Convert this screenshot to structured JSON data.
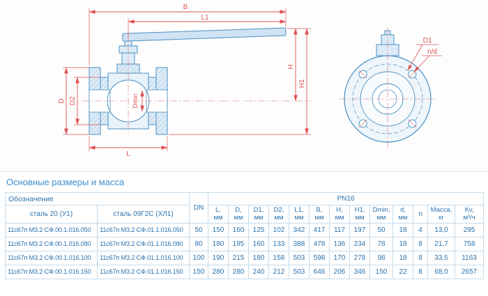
{
  "drawing": {
    "dim_labels": {
      "B": "B",
      "L1": "L1",
      "D": "D",
      "D2": "D2",
      "Dmin": "Dmin",
      "L": "L",
      "H": "H",
      "H1": "H1",
      "D1": "D1",
      "n_d": "n/d"
    },
    "colors": {
      "line": "#4a8fc0",
      "dimension": "#e05252",
      "fill": "#dcebf7"
    }
  },
  "table": {
    "title": "Основные размеры и масса",
    "headers": {
      "designation": "Обозначение",
      "steel_a": "сталь 20 (У1)",
      "steel_b": "сталь 09Г2С (ХЛ1)",
      "dn": "DN",
      "pn_group": "PN16",
      "dim_cols": [
        {
          "label": "L,",
          "unit": "мм"
        },
        {
          "label": "D,",
          "unit": "мм"
        },
        {
          "label": "D1,",
          "unit": "мм"
        },
        {
          "label": "D2,",
          "unit": "мм"
        },
        {
          "label": "L1,",
          "unit": "мм"
        },
        {
          "label": "B,",
          "unit": "мм"
        },
        {
          "label": "H,",
          "unit": "мм"
        },
        {
          "label": "H1,",
          "unit": "мм"
        },
        {
          "label": "Dmin,",
          "unit": "мм"
        },
        {
          "label": "d,",
          "unit": "мм"
        }
      ],
      "n": "n",
      "mass": {
        "label": "Масса,",
        "unit": "кг"
      },
      "kv": {
        "label": "Kv,",
        "unit": "м³/ч"
      }
    },
    "rows": [
      {
        "designation_u1": "11с67п М3.2 СФ.00.1.016.050",
        "designation_hl1": "11с67п М3.2 СФ.01.1.016.050",
        "dn": "50",
        "dims": [
          "150",
          "160",
          "125",
          "102",
          "342",
          "417",
          "117",
          "197",
          "50",
          "18"
        ],
        "n": "4",
        "mass": "13,0",
        "kv": "295"
      },
      {
        "designation_u1": "11с67п М3.2 СФ.00.1.016.080",
        "designation_hl1": "11с67п М3.2 СФ.01.1.016.080",
        "dn": "80",
        "dims": [
          "180",
          "195",
          "160",
          "133",
          "388",
          "478",
          "136",
          "234",
          "78",
          "18"
        ],
        "n": "8",
        "mass": "21,7",
        "kv": "758"
      },
      {
        "designation_u1": "11с67п М3.2 СФ.00.1.016.100",
        "designation_hl1": "11с67п М3.2 СФ.01.1.016.100",
        "dn": "100",
        "dims": [
          "190",
          "215",
          "180",
          "158",
          "503",
          "598",
          "170",
          "278",
          "98",
          "18"
        ],
        "n": "8",
        "mass": "33,5",
        "kv": "1163"
      },
      {
        "designation_u1": "11с67п М3.2 СФ.00.1.016.150",
        "designation_hl1": "11с67п М3.2 СФ.01.1.016.150",
        "dn": "150",
        "dims": [
          "280",
          "280",
          "240",
          "212",
          "503",
          "646",
          "206",
          "346",
          "150",
          "22"
        ],
        "n": "8",
        "mass": "68,0",
        "kv": "2657"
      }
    ]
  }
}
